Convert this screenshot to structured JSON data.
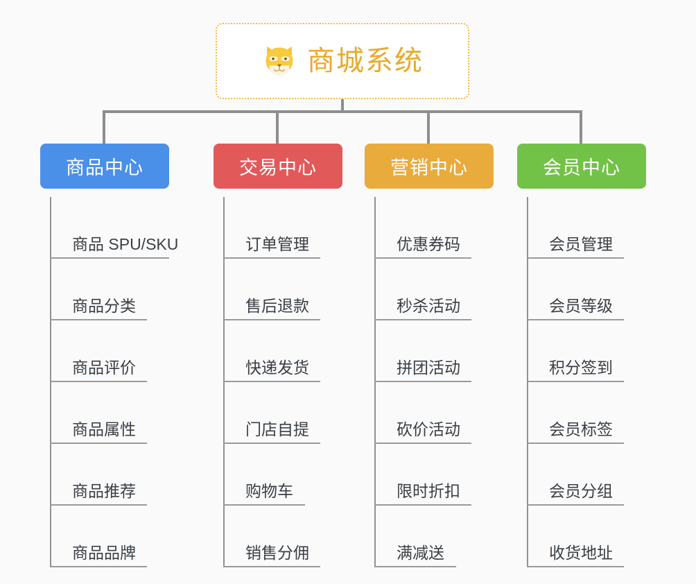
{
  "background_color": "#fafafa",
  "root": {
    "title": "商城系统",
    "icon": "shiba-dog-icon",
    "text_color": "#eaa92b",
    "border_color": "#efb94a"
  },
  "connector_color": "#8e8e8e",
  "columns": [
    {
      "id": "product-center",
      "header": "商品中心",
      "color": "#4a90e8",
      "items": [
        "商品 SPU/SKU",
        "商品分类",
        "商品评价",
        "商品属性",
        "商品推荐",
        "商品品牌"
      ]
    },
    {
      "id": "trade-center",
      "header": "交易中心",
      "color": "#e2595a",
      "items": [
        "订单管理",
        "售后退款",
        "快递发货",
        "门店自提",
        "购物车",
        "销售分佣"
      ]
    },
    {
      "id": "marketing-center",
      "header": "营销中心",
      "color": "#e8ab3c",
      "items": [
        "优惠券码",
        "秒杀活动",
        "拼团活动",
        "砍价活动",
        "限时折扣",
        "满减送"
      ]
    },
    {
      "id": "member-center",
      "header": "会员中心",
      "color": "#72c247",
      "items": [
        "会员管理",
        "会员等级",
        "积分签到",
        "会员标签",
        "会员分组",
        "收货地址"
      ]
    }
  ]
}
